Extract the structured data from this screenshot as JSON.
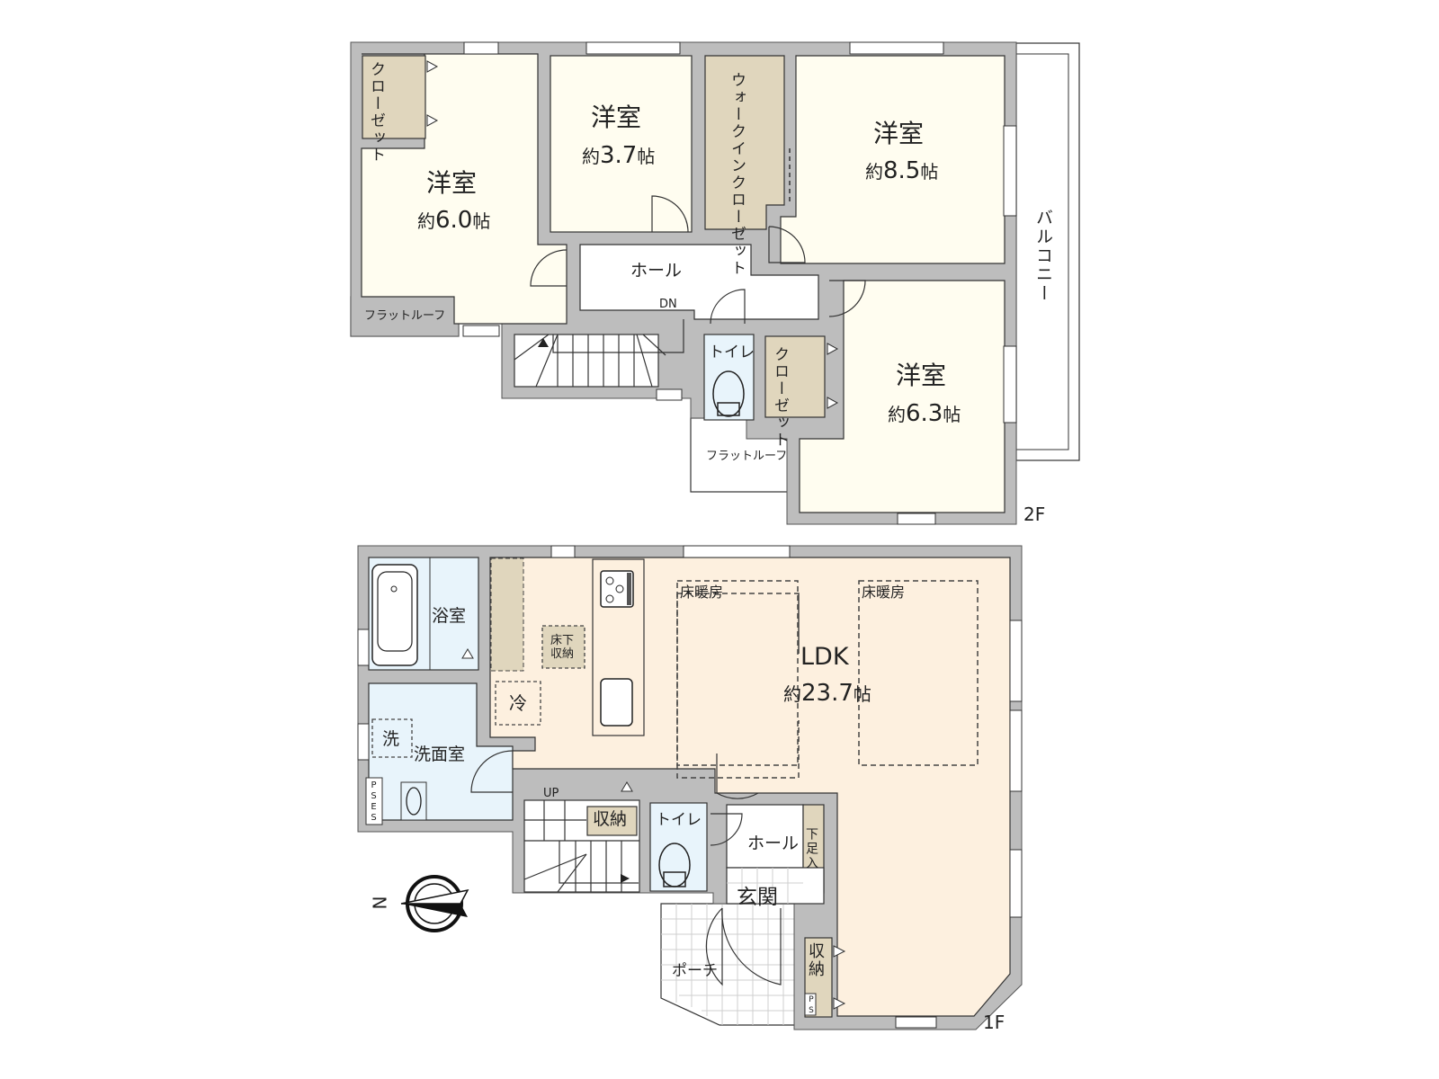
{
  "floor_plan": {
    "floors": [
      {
        "label": "2F",
        "rooms": [
          {
            "id": "western-room-6-0",
            "name": "洋室",
            "size_prefix": "約",
            "size_value": "6.0",
            "size_unit": "帖"
          },
          {
            "id": "western-room-3-7",
            "name": "洋室",
            "size_prefix": "約",
            "size_value": "3.7",
            "size_unit": "帖"
          },
          {
            "id": "western-room-8-5",
            "name": "洋室",
            "size_prefix": "約",
            "size_value": "8.5",
            "size_unit": "帖"
          },
          {
            "id": "western-room-6-3",
            "name": "洋室",
            "size_prefix": "約",
            "size_value": "6.3",
            "size_unit": "帖"
          }
        ],
        "closet_1": "クローゼット",
        "closet_2": "クローゼット",
        "walk_in_closet": "ウォークインクローゼット",
        "walk_in_closet_col1": "ウォークイン",
        "walk_in_closet_col2": "クローゼット",
        "closet_col1": "クロー",
        "closet_col2": "ゼット",
        "hall": "ホール",
        "stairs_direction": "DN",
        "toilet": "トイレ",
        "flat_roof_1": "フラットルーフ",
        "flat_roof_2": "フラットルーフ",
        "balcony": "バルコニー"
      },
      {
        "label": "1F",
        "ldk": {
          "name": "LDK",
          "size_prefix": "約",
          "size_value": "23.7",
          "size_unit": "帖"
        },
        "floor_heating_1": "床暖房",
        "floor_heating_2": "床暖房",
        "underfloor_storage": "床下収納",
        "underfloor_storage_l1": "床下",
        "underfloor_storage_l2": "収納",
        "refrigerator": "冷",
        "bathroom": "浴室",
        "washroom": "洗面室",
        "washer": "洗",
        "ps_es": "PSES",
        "stairs_direction": "UP",
        "storage_1": "収納",
        "toilet": "トイレ",
        "hall": "ホール",
        "shoe_box": "下足入",
        "entrance": "玄関",
        "porch": "ポーチ",
        "storage_2": "収納",
        "ps": "PS"
      }
    ],
    "compass": {
      "north_label": "N",
      "direction": "left"
    },
    "colors": {
      "wall": "#bdbdbd",
      "bedroom_floor": "#fffdf0",
      "ldk_floor": "#fdf0df",
      "wet_area_floor": "#e8f4fb",
      "closet": "#e0d6bd"
    }
  }
}
